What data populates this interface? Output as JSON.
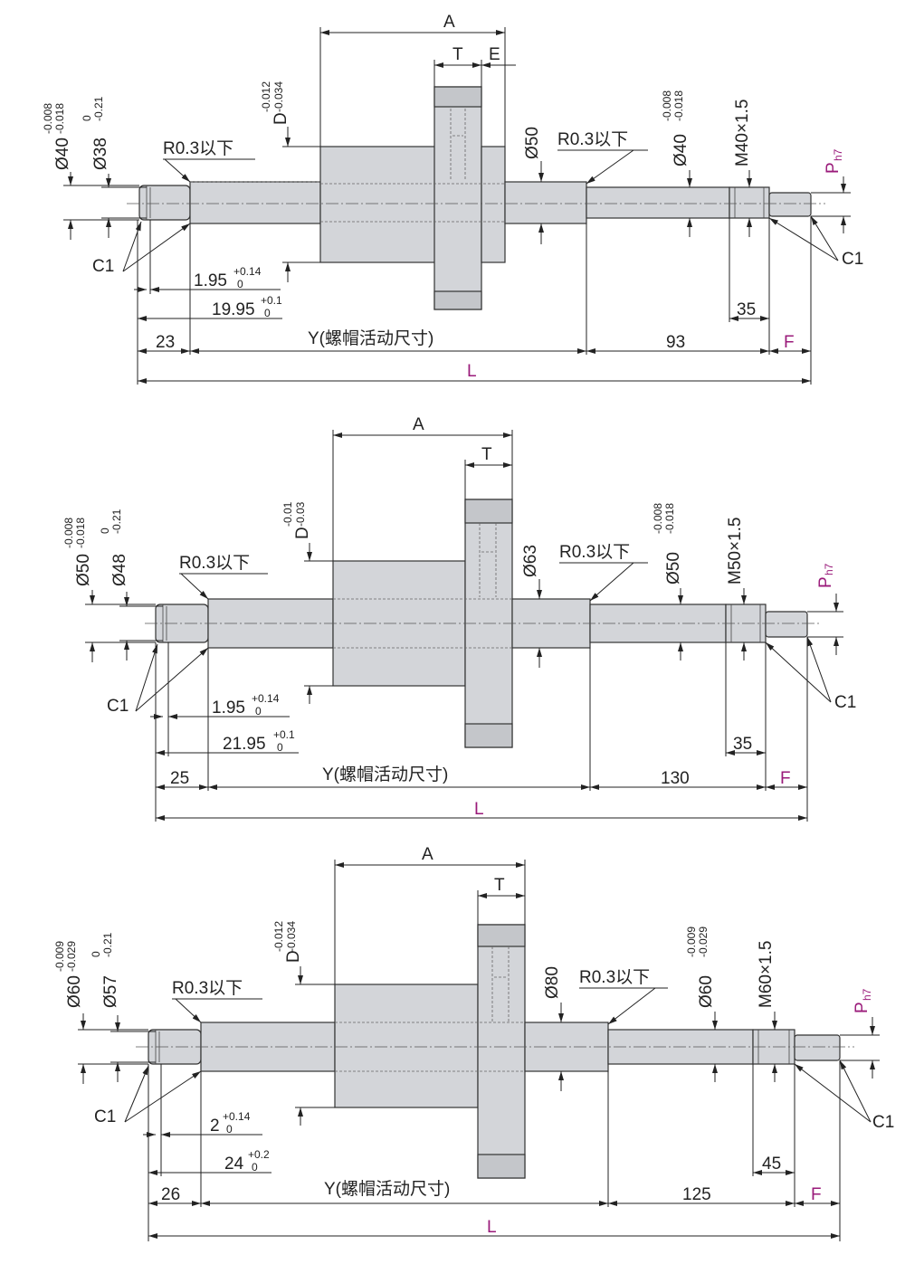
{
  "accent_color": "#9a1a7a",
  "views": [
    {
      "A": "A",
      "T": "T",
      "E": "E",
      "d_outer": "Ø40",
      "d_outer_tol_up": "-0.008",
      "d_outer_tol_lo": "-0.018",
      "d_groove": "Ø38",
      "d_groove_tol_up": "0",
      "d_groove_tol_lo": "-0.21",
      "D": "D",
      "D_tol_up": "-0.012",
      "D_tol_lo": "-0.034",
      "flange": "Ø50",
      "r_left": "R0.3以下",
      "r_right": "R0.3以下",
      "d_right": "Ø40",
      "d_right_tol_up": "-0.008",
      "d_right_tol_lo": "-0.018",
      "thread": "M40×1.5",
      "P": "P",
      "P_sub": "h7",
      "c1_left": "C1",
      "c1_right": "C1",
      "groove_w": "1.95",
      "groove_w_up": "+0.14",
      "groove_w_lo": "0",
      "groove_pos": "19.95",
      "groove_pos_up": "+0.1",
      "groove_pos_lo": "0",
      "thread_len": "35",
      "left_len": "23",
      "Y": "Y(螺帽活动尺寸)",
      "right_len": "93",
      "F": "F",
      "L": "L"
    },
    {
      "A": "A",
      "T": "T",
      "d_outer": "Ø50",
      "d_outer_tol_up": "-0.008",
      "d_outer_tol_lo": "-0.018",
      "d_groove": "Ø48",
      "d_groove_tol_up": "0",
      "d_groove_tol_lo": "-0.21",
      "D": "D",
      "D_tol_up": "-0.01",
      "D_tol_lo": "-0.03",
      "flange": "Ø63",
      "r_left": "R0.3以下",
      "r_right": "R0.3以下",
      "d_right": "Ø50",
      "d_right_tol_up": "-0.008",
      "d_right_tol_lo": "-0.018",
      "thread": "M50×1.5",
      "P": "P",
      "P_sub": "h7",
      "c1_left": "C1",
      "c1_right": "C1",
      "groove_w": "1.95",
      "groove_w_up": "+0.14",
      "groove_w_lo": "0",
      "groove_pos": "21.95",
      "groove_pos_up": "+0.1",
      "groove_pos_lo": "0",
      "thread_len": "35",
      "left_len": "25",
      "Y": "Y(螺帽活动尺寸)",
      "right_len": "130",
      "F": "F",
      "L": "L"
    },
    {
      "A": "A",
      "T": "T",
      "d_outer": "Ø60",
      "d_outer_tol_up": "-0.009",
      "d_outer_tol_lo": "-0.029",
      "d_groove": "Ø57",
      "d_groove_tol_up": "0",
      "d_groove_tol_lo": "-0.21",
      "D": "D",
      "D_tol_up": "-0.012",
      "D_tol_lo": "-0.034",
      "flange": "Ø80",
      "r_left": "R0.3以下",
      "r_right": "R0.3以下",
      "d_right": "Ø60",
      "d_right_tol_up": "-0.009",
      "d_right_tol_lo": "-0.029",
      "thread": "M60×1.5",
      "P": "P",
      "P_sub": "h7",
      "c1_left": "C1",
      "c1_right": "C1",
      "groove_w": "2",
      "groove_w_up": "+0.14",
      "groove_w_lo": "0",
      "groove_pos": "24",
      "groove_pos_up": "+0.2",
      "groove_pos_lo": "0",
      "thread_len": "45",
      "left_len": "26",
      "Y": "Y(螺帽活动尺寸)",
      "right_len": "125",
      "F": "F",
      "L": "L"
    }
  ]
}
